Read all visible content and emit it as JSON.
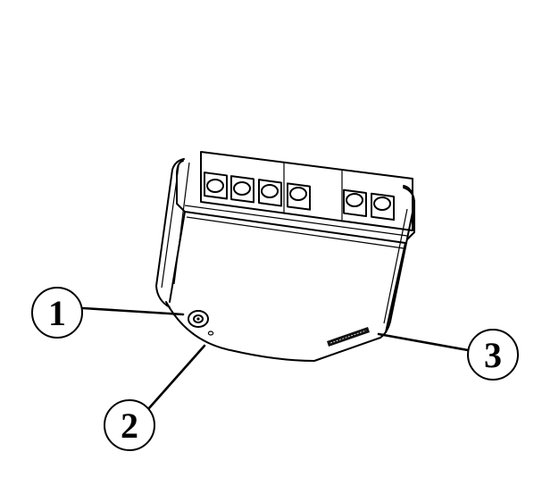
{
  "diagram": {
    "subject": "wall-box-device-bottom-view",
    "terminal_count": 6,
    "callouts": [
      {
        "number": "1",
        "target": "push-button"
      },
      {
        "number": "2",
        "target": "led-indicator"
      },
      {
        "number": "3",
        "target": "label-marking"
      }
    ],
    "colors": {
      "line": "#000000",
      "background": "#ffffff"
    }
  }
}
